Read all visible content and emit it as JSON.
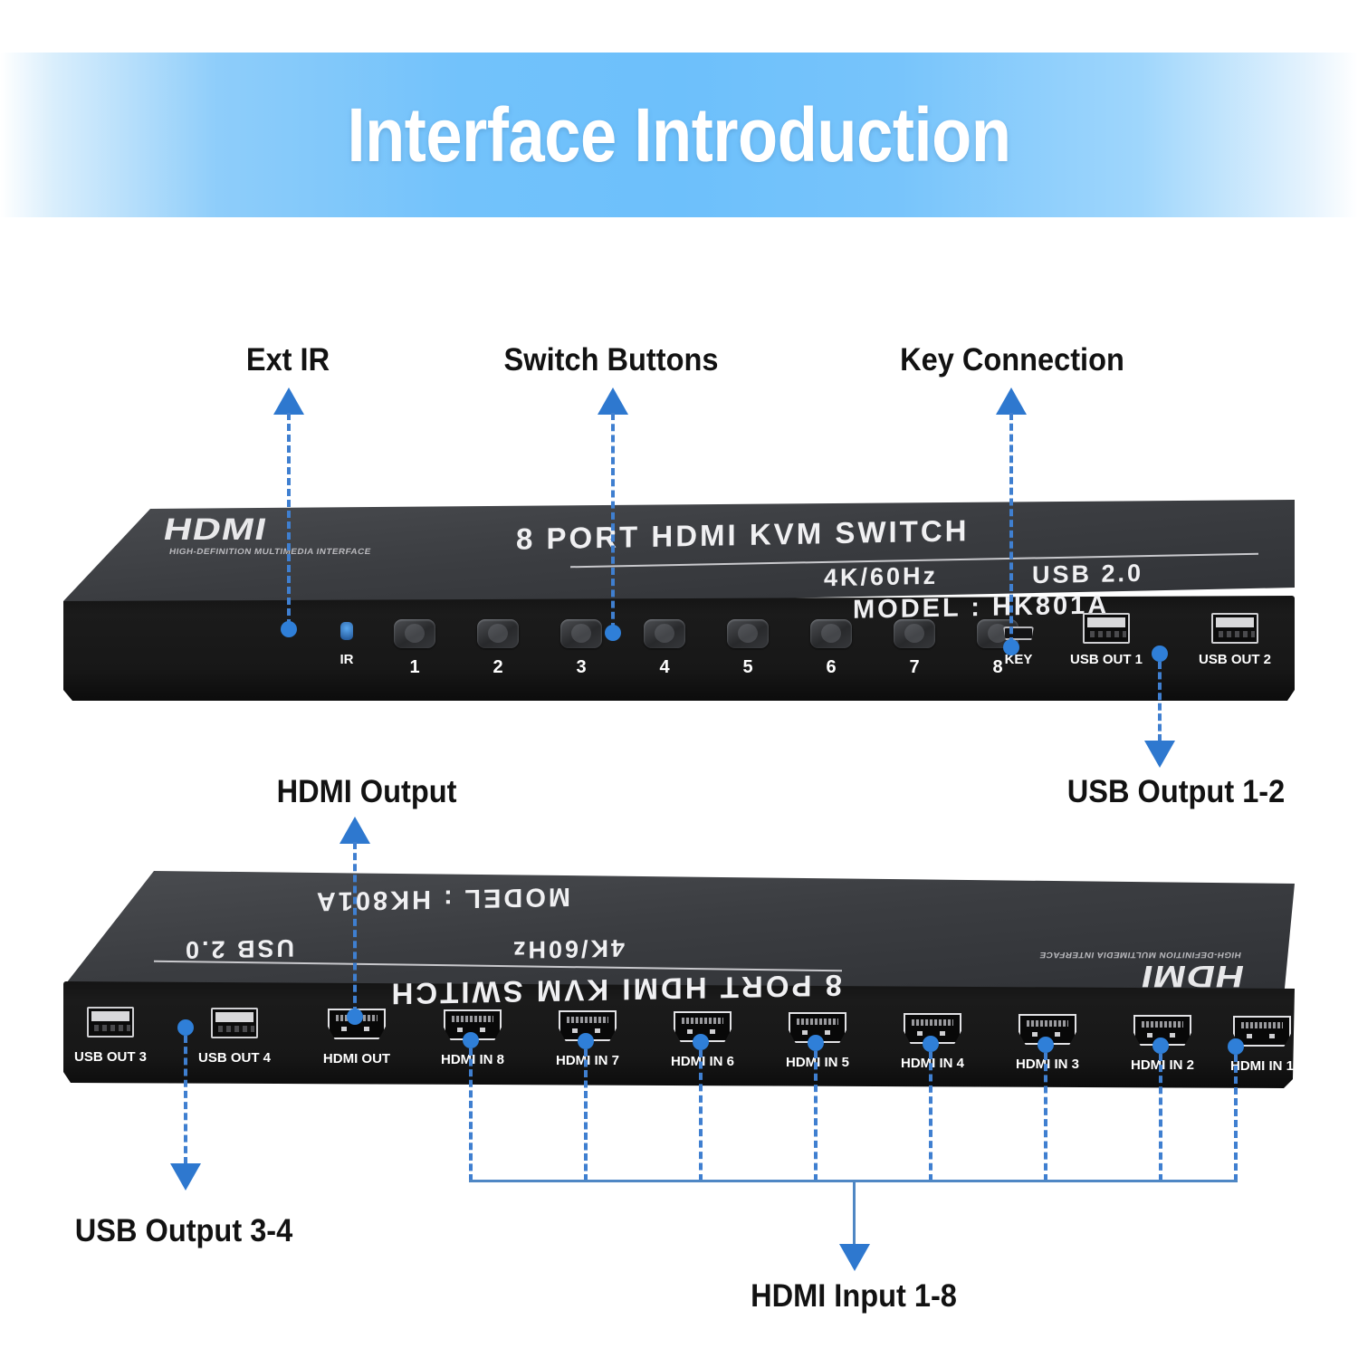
{
  "banner": {
    "title": "Interface Introduction",
    "gradient_edge_color": "#ffffff",
    "gradient_center_color": "#6dc0fb"
  },
  "accent_color": "#2e78cf",
  "device": {
    "brand": "HDMI",
    "brand_subtitle": "HIGH-DEFINITION MULTIMEDIA INTERFACE",
    "model_line": "MODEL : HK801A",
    "title_line": "8 PORT HDMI KVM SWITCH",
    "spec_line_1": "4K/60Hz",
    "spec_line_2": "USB 2.0"
  },
  "front_panel": {
    "ir_label": "IR",
    "buttons": [
      "1",
      "2",
      "3",
      "4",
      "5",
      "6",
      "7",
      "8"
    ],
    "key_label": "KEY",
    "usb_out_1": "USB OUT 1",
    "usb_out_2": "USB OUT 2"
  },
  "rear_panel": {
    "usb_out_3": "USB OUT 3",
    "usb_out_4": "USB OUT 4",
    "hdmi_out": "HDMI OUT",
    "hdmi_inputs": [
      "HDMI IN 8",
      "HDMI IN 7",
      "HDMI IN 6",
      "HDMI IN 5",
      "HDMI IN 4",
      "HDMI IN 3",
      "HDMI IN 2",
      "HDMI IN 1"
    ]
  },
  "callouts": {
    "ext_ir": "Ext IR",
    "switch_buttons": "Switch Buttons",
    "key_connection": "Key Connection",
    "usb_output_1_2": "USB Output 1-2",
    "hdmi_output": "HDMI Output",
    "usb_output_3_4": "USB Output 3-4",
    "hdmi_input_1_8": "HDMI Input 1-8"
  }
}
